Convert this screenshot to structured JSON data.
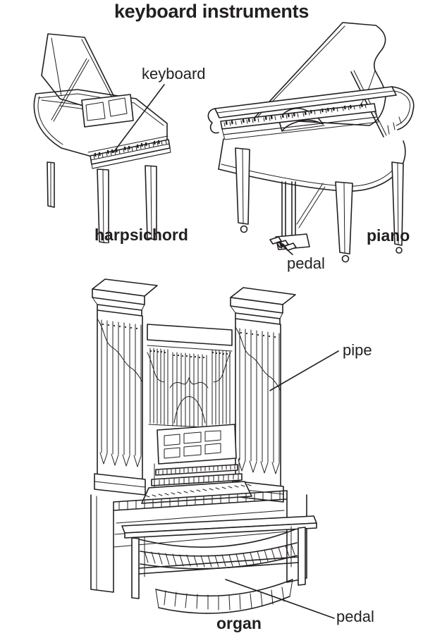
{
  "title": "keyboard instruments",
  "colors": {
    "background": "#ffffff",
    "line": "#231f20",
    "text": "#231f20"
  },
  "instruments": [
    {
      "name": "harpsichord",
      "callouts": [
        "keyboard"
      ]
    },
    {
      "name": "piano",
      "callouts": [
        "pedal"
      ]
    },
    {
      "name": "organ",
      "callouts": [
        "pipe",
        "pedal"
      ]
    }
  ]
}
